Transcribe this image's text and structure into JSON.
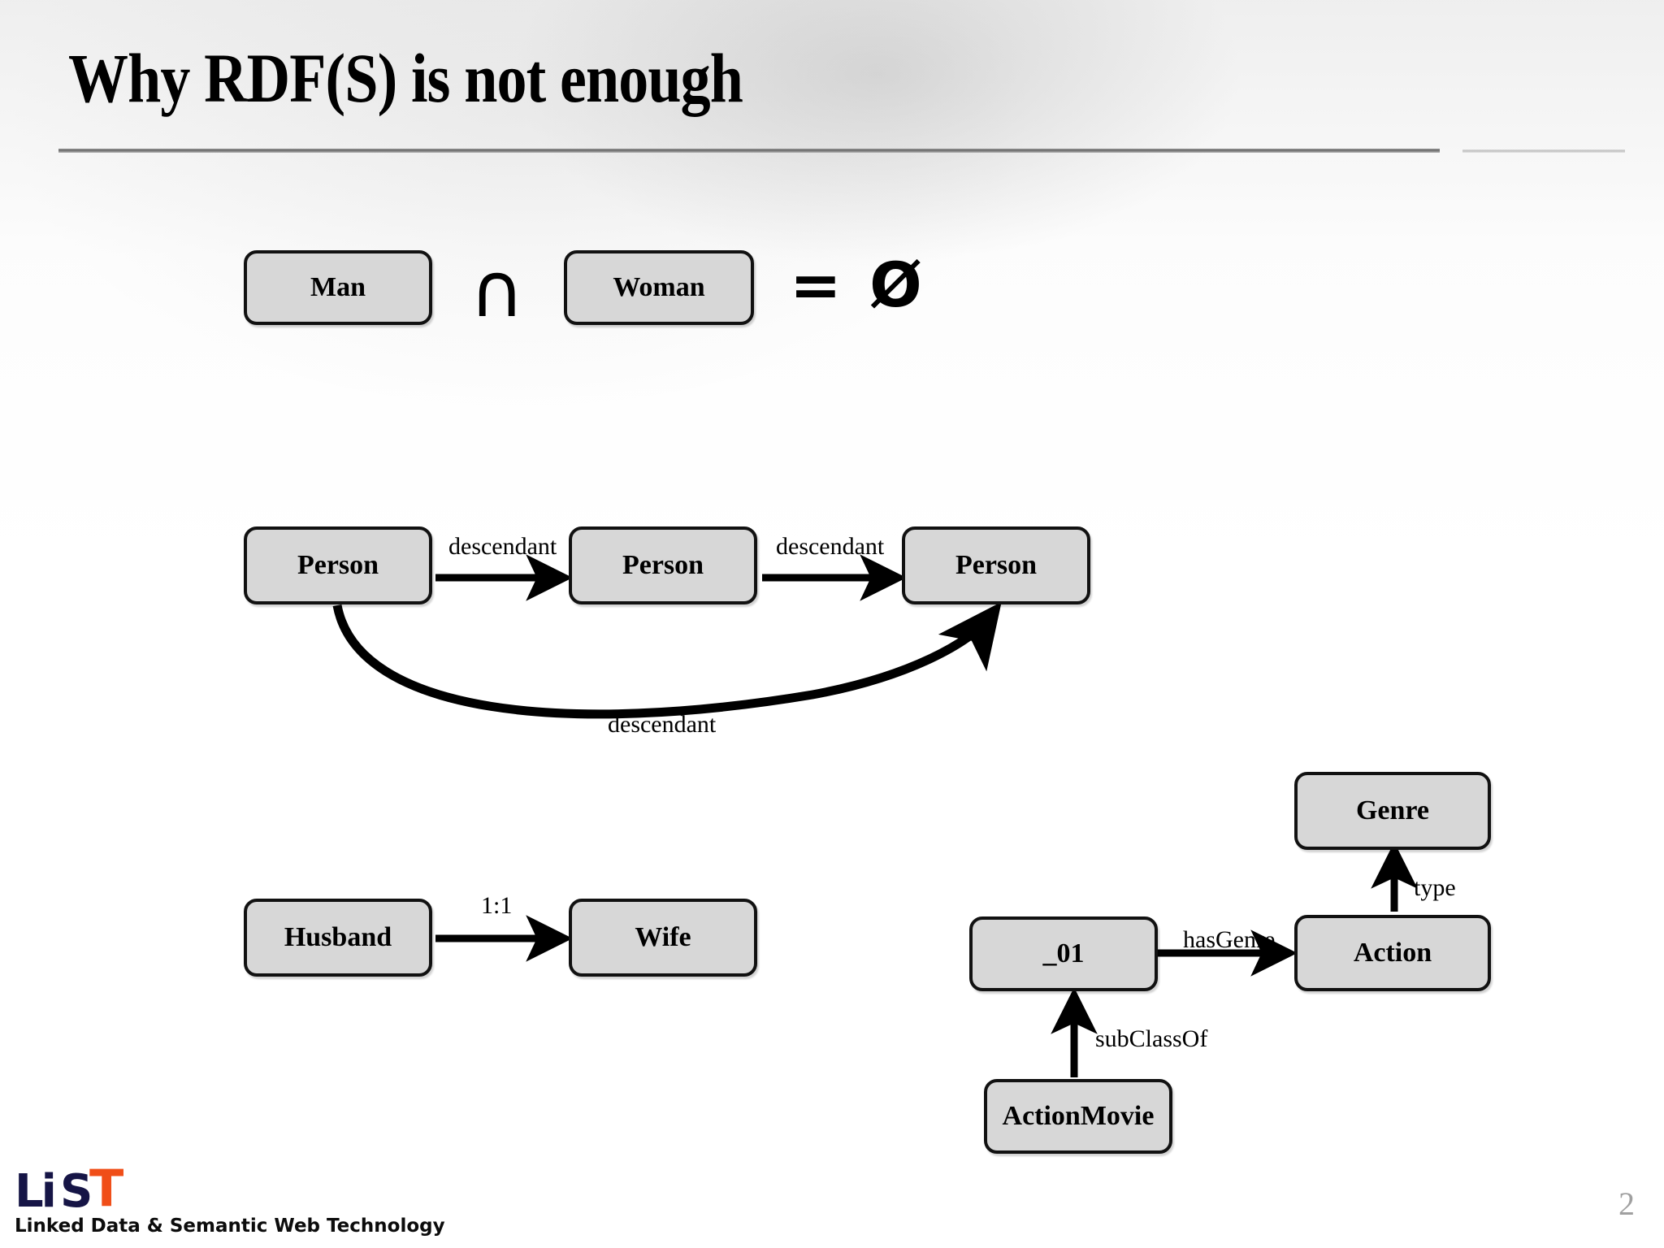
{
  "slide": {
    "title": "Why RDF(S) is not enough",
    "page_number": "2"
  },
  "diagrams": {
    "disjointness": {
      "boxes": [
        {
          "label": "Man"
        },
        {
          "label": "Woman"
        }
      ],
      "operators": {
        "intersection": "∩",
        "equals_empty": "= Ø"
      }
    },
    "transitivity": {
      "boxes": [
        {
          "label": "Person"
        },
        {
          "label": "Person"
        },
        {
          "label": "Person"
        }
      ],
      "edges": [
        {
          "label": "descendant"
        },
        {
          "label": "descendant"
        },
        {
          "label": "descendant"
        }
      ]
    },
    "cardinality": {
      "boxes": [
        {
          "label": "Husband"
        },
        {
          "label": "Wife"
        }
      ],
      "edges": [
        {
          "label": "1:1"
        }
      ]
    },
    "metamodeling": {
      "boxes": [
        {
          "label": "Genre"
        },
        {
          "label": "_01"
        },
        {
          "label": "Action"
        },
        {
          "label": "ActionMovie"
        }
      ],
      "edges": [
        {
          "label": "hasGenre"
        },
        {
          "label": "type"
        },
        {
          "label": "subClassOf"
        }
      ]
    }
  },
  "footer": {
    "logo": {
      "part_li": "Li",
      "part_s": "S",
      "part_t": "T",
      "caption": "Linked Data & Semantic Web Technology"
    }
  },
  "colors": {
    "node_fill": "#d7d7d7",
    "node_border": "#111111",
    "logo_navy": "#161546",
    "logo_orange": "#f04e18",
    "rule_gray": "#6e6e6e",
    "page_number_gray": "#a0a0a0"
  }
}
